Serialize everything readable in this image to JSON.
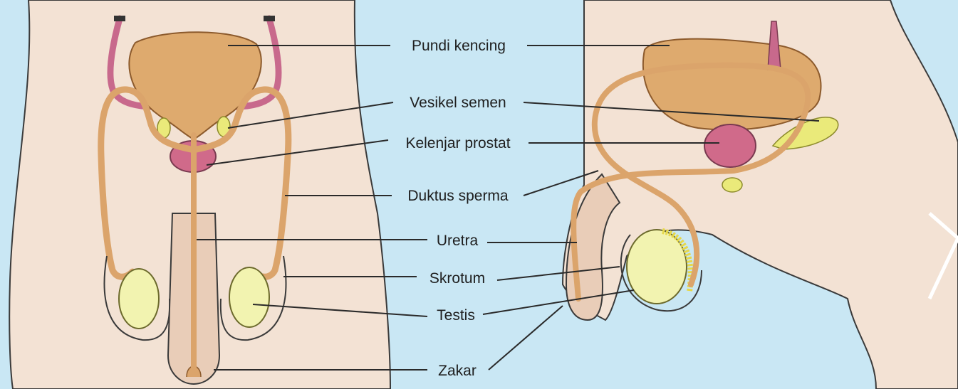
{
  "colors": {
    "background": "#c9e7f4",
    "skin": "#f3e2d4",
    "skin_outline": "#3a3a3a",
    "bladder": "#deaa6e",
    "duct": "#dba46b",
    "duct_outline": "#9a6a3a",
    "ureter": "#c8698c",
    "prostate": "#d06a8a",
    "seminal_vesicle": "#eaea7a",
    "testis": "#f2f3b0",
    "epididymis": "#e6d84a",
    "penis": "#e9cdb8",
    "leader": "#2a2a2a",
    "text": "#1e1e1e"
  },
  "labels": [
    {
      "id": "bladder",
      "text": "Pundi kencing"
    },
    {
      "id": "seminal-vesicle",
      "text": "Vesikel semen"
    },
    {
      "id": "prostate",
      "text": "Kelenjar prostat"
    },
    {
      "id": "sperm-duct",
      "text": "Duktus sperma"
    },
    {
      "id": "urethra",
      "text": "Uretra"
    },
    {
      "id": "scrotum",
      "text": "Skrotum"
    },
    {
      "id": "testis",
      "text": "Testis"
    },
    {
      "id": "penis",
      "text": "Zakar"
    }
  ]
}
